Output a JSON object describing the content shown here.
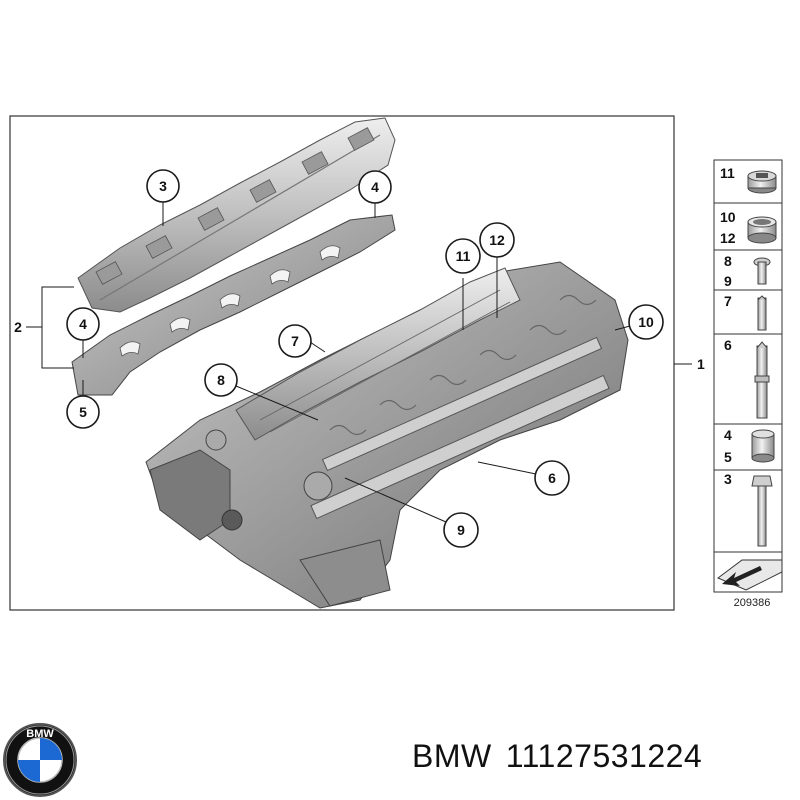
{
  "diagram": {
    "callouts": [
      {
        "id": "c1",
        "label": "1"
      },
      {
        "id": "c2",
        "label": "2"
      },
      {
        "id": "c3",
        "label": "3"
      },
      {
        "id": "c4a",
        "label": "4"
      },
      {
        "id": "c4b",
        "label": "4"
      },
      {
        "id": "c5",
        "label": "5"
      },
      {
        "id": "c6",
        "label": "6"
      },
      {
        "id": "c7",
        "label": "7"
      },
      {
        "id": "c8",
        "label": "8"
      },
      {
        "id": "c9",
        "label": "9"
      },
      {
        "id": "c10",
        "label": "10"
      },
      {
        "id": "c11",
        "label": "11"
      },
      {
        "id": "c12",
        "label": "12"
      }
    ],
    "legend": [
      {
        "labels": [
          "11"
        ]
      },
      {
        "labels": [
          "10",
          "12"
        ]
      },
      {
        "labels": [
          "8",
          "9"
        ]
      },
      {
        "labels": [
          "7"
        ]
      },
      {
        "labels": [
          "6"
        ]
      },
      {
        "labels": [
          "4",
          "5"
        ]
      },
      {
        "labels": [
          "3"
        ]
      }
    ],
    "reference_number": "209386"
  },
  "brand": {
    "name": "BMW",
    "part_number": "11127531224",
    "logo_letters": "BMW"
  },
  "colors": {
    "metal_light": "#d9d9d9",
    "metal_dark": "#8a8a8a",
    "bmw_blue": "#1c69d4",
    "outline": "#1a1a1a"
  }
}
